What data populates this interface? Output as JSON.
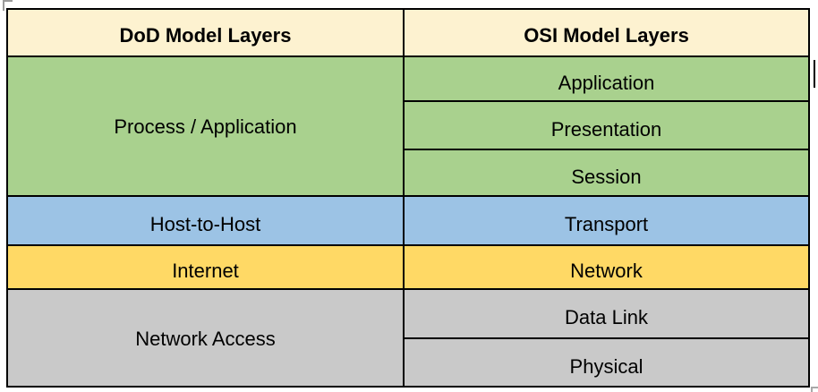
{
  "table": {
    "headers": {
      "dod": "DoD Model Layers",
      "osi": "OSI Model Layers"
    },
    "dod_layers": [
      {
        "label": "Process / Application",
        "rowspan": 3
      },
      {
        "label": "Host-to-Host",
        "rowspan": 1
      },
      {
        "label": "Internet",
        "rowspan": 1
      },
      {
        "label": "Network Access",
        "rowspan": 2
      }
    ],
    "osi_layers": [
      {
        "label": "Application"
      },
      {
        "label": "Presentation"
      },
      {
        "label": "Session"
      },
      {
        "label": "Transport"
      },
      {
        "label": "Network"
      },
      {
        "label": "Data Link"
      },
      {
        "label": "Physical"
      }
    ],
    "colors": {
      "header_bg": "#FDF2D0",
      "application_group": "#A9D18E",
      "transport_row": "#9CC3E5",
      "internet_row": "#FFD965",
      "access_group": "#C9C9C9",
      "border": "#000000",
      "text": "#000000"
    }
  },
  "artifacts": {
    "move_handle_icon": "table-move-handle",
    "resize_handle_icon": "table-resize-handle",
    "text_cursor_color": "#000000",
    "stray_dot_color": "#3A46CD"
  }
}
